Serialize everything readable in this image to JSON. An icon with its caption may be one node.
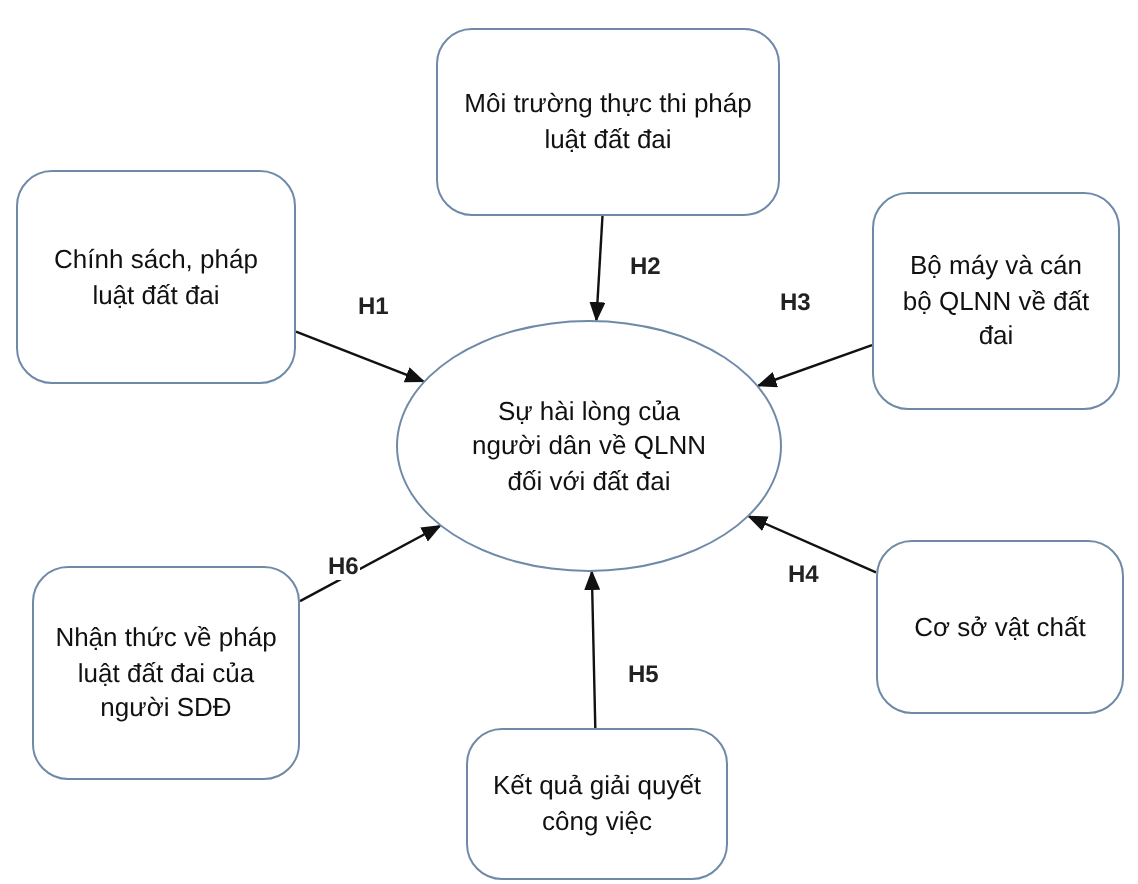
{
  "diagram": {
    "nodes": [
      {
        "text": [
          "Môi trường thực thi pháp luật đất đai"
        ]
      },
      {
        "text": [
          "Chính sách, pháp luật đất đai"
        ]
      },
      {
        "text": [
          "Bộ máy và cán bộ QLNN về đất đai"
        ]
      },
      {
        "text": [
          "Sự hài lòng của người dân về QLNN đối với đất đai"
        ]
      },
      {
        "text": [
          "Nhận thức về pháp luật đất đai của người SDĐ"
        ]
      },
      {
        "text": [
          "Cơ sở vật chất"
        ]
      },
      {
        "text": [
          "Kết quả giải quyết công việc"
        ]
      }
    ],
    "edges": [
      {
        "from": 1,
        "to": 3,
        "arrow": "to",
        "label": "H1"
      },
      {
        "from": 0,
        "to": 3,
        "arrow": "to",
        "label": "H2"
      },
      {
        "from": 2,
        "to": 3,
        "arrow": "to",
        "label": "H3"
      },
      {
        "from": 5,
        "to": 3,
        "arrow": "to",
        "label": "H4"
      },
      {
        "from": 6,
        "to": 3,
        "arrow": "to",
        "label": "H5"
      },
      {
        "from": 4,
        "to": 3,
        "arrow": "to",
        "label": "H6"
      }
    ]
  }
}
